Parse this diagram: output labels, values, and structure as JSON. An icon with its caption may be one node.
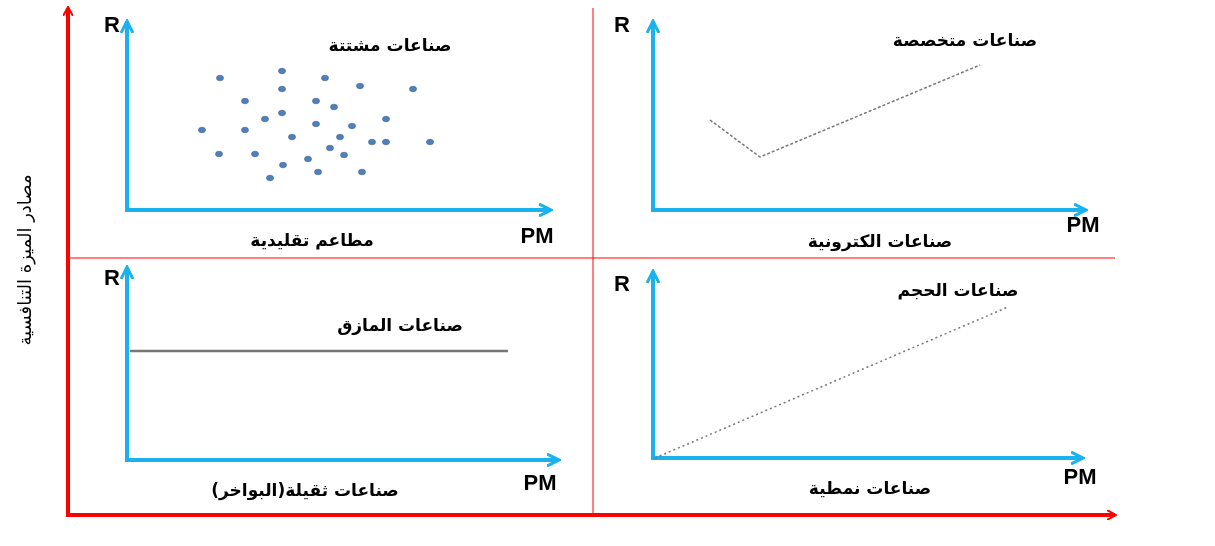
{
  "diagram": {
    "labels": [
      "مصادر الميزة التنافسية",
      "R",
      "صناعات مشتتة",
      "مطاعم تقليدية",
      "PM",
      "R",
      "صناعات متخصصة",
      "صناعات الكترونية",
      "PM",
      "R",
      "صناعات المازق",
      "صناعات ثقيلة(البواخر)",
      "PM",
      "R",
      "صناعات الحجم",
      "صناعات نمطية",
      "PM"
    ]
  }
}
